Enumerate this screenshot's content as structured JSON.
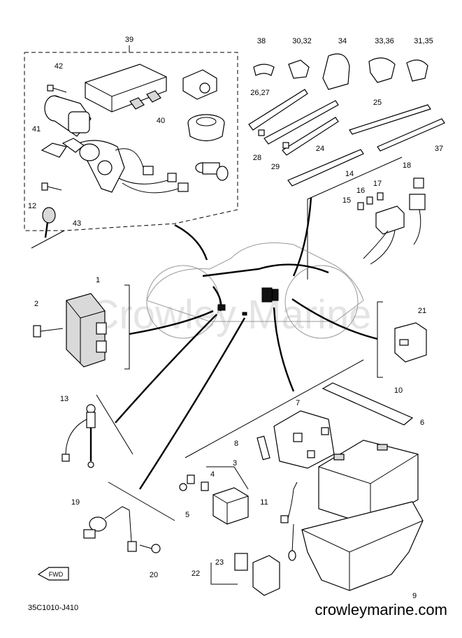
{
  "diagram": {
    "diagram_code": "35C1010-J410",
    "website": "crowleymarine.com",
    "watermark": "Crowley Marine",
    "fwd_label": "FWD",
    "callouts": [
      "1",
      "2",
      "3",
      "4",
      "5",
      "7",
      "8",
      "9",
      "10",
      "11",
      "12",
      "13",
      "14",
      "15",
      "16",
      "17",
      "18",
      "19",
      "20",
      "21",
      "22",
      "23",
      "24",
      "25",
      "26,27",
      "28",
      "29",
      "30,32",
      "31,35",
      "33,36",
      "34",
      "37",
      "38",
      "39",
      "40",
      "41",
      "42",
      "43",
      "6"
    ]
  }
}
